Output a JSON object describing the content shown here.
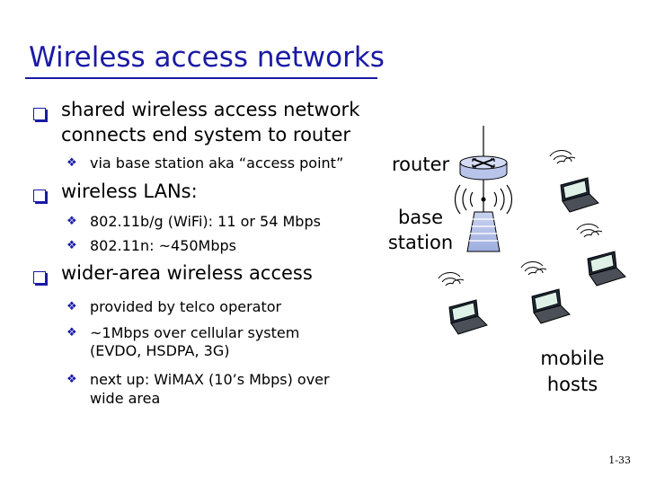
{
  "slide": {
    "title": "Wireless access networks",
    "bullets": [
      {
        "l1": [
          "shared wireless access network",
          "connects end system to router"
        ],
        "sub": [
          {
            "lines": [
              "via base station aka “access point”"
            ]
          }
        ]
      },
      {
        "l1": [
          "wireless LANs:"
        ],
        "sub": [
          {
            "lines": [
              "802.11b/g (WiFi): 11 or 54  Mbps"
            ]
          },
          {
            "lines": [
              "802.11n: ~450Mbps"
            ]
          }
        ]
      },
      {
        "l1": [
          "wider-area wireless access"
        ],
        "sub": [
          {
            "lines": [
              "provided by telco operator"
            ]
          },
          {
            "lines": [
              "~1Mbps over cellular system",
              "(EVDO, HSDPA, 3G)"
            ]
          },
          {
            "lines": [
              "next up: WiMAX (10’s Mbps) over",
              "wide area"
            ]
          }
        ]
      }
    ],
    "diagram": {
      "router_label": "router",
      "base_station_label": [
        "base",
        "station"
      ],
      "mobile_hosts_label": [
        "mobile",
        "hosts"
      ]
    },
    "page_number": "1-33"
  }
}
